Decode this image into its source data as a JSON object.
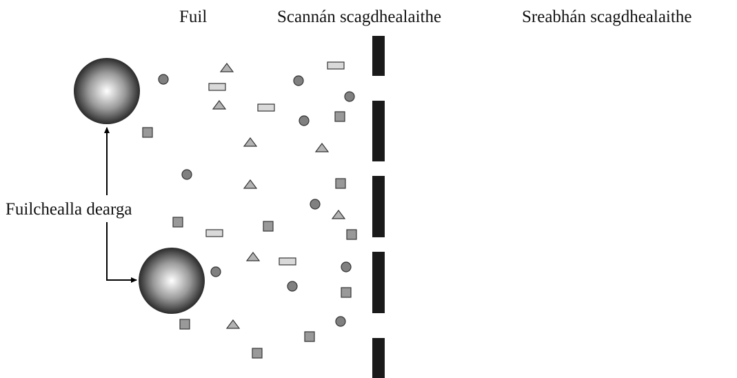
{
  "labels": {
    "blood": "Fuil",
    "membrane": "Scannán scagdhealaithe",
    "filtrate": "Sreabhán scagdhealaithe",
    "red_blood_cells": "Fuilchealla dearga"
  },
  "colors": {
    "membrane": "#1a1a1a",
    "circle_particle": "#808080",
    "square_particle": "#999999",
    "triangle_particle": "#b3b3b3",
    "rect_particle": "#d9d9d9",
    "cell_center": "#ffffff",
    "cell_edge": "#2a2a2a"
  },
  "shapes": {
    "red_blood_cell": "large-shaded-sphere",
    "circle": "small-circle",
    "square": "small-square",
    "triangle": "small-triangle",
    "rectangle": "small-flat-rectangle"
  }
}
